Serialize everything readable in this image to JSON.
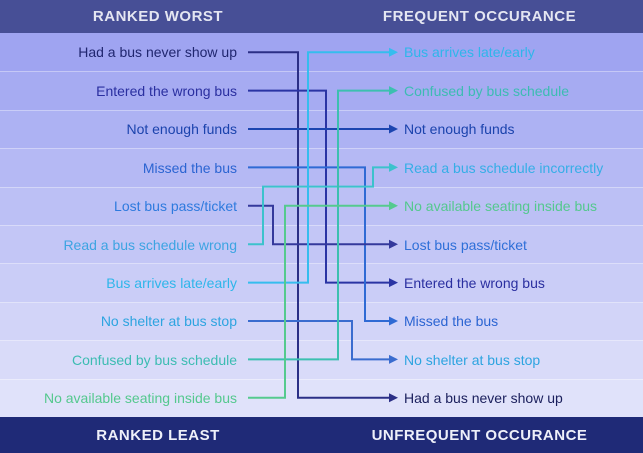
{
  "header": {
    "left": "RANKED WORST",
    "right": "FREQUENT OCCURANCE"
  },
  "footer": {
    "left": "RANKED LEAST",
    "right": "UNFREQUENT OCCURANCE"
  },
  "colors": {
    "top_bar": "#474f96",
    "bottom_bar": "#1f2a77",
    "header_text": "#e4e6f2",
    "footer_text": "#eef0fa",
    "row_first": "#9fa4f1",
    "row_last": "#e0e2fa"
  },
  "left_items": [
    {
      "rank": 1,
      "label": "Had a bus never show up",
      "color": "#20266f"
    },
    {
      "rank": 2,
      "label": "Entered the wrong bus",
      "color": "#2a2fa0"
    },
    {
      "rank": 3,
      "label": "Not enough funds",
      "color": "#1b43ad"
    },
    {
      "rank": 4,
      "label": "Missed the bus",
      "color": "#2b64d2"
    },
    {
      "rank": 5,
      "label": "Lost bus pass/ticket",
      "color": "#2e7ade"
    },
    {
      "rank": 6,
      "label": "Read a bus schedule wrong",
      "color": "#3da4e2"
    },
    {
      "rank": 7,
      "label": "Bus arrives late/early",
      "color": "#2eb6ea"
    },
    {
      "rank": 8,
      "label": "No shelter at bus stop",
      "color": "#2da4e0"
    },
    {
      "rank": 9,
      "label": "Confused by bus schedule",
      "color": "#3cbcb2"
    },
    {
      "rank": 10,
      "label": "No available seating inside bus",
      "color": "#54c88e"
    }
  ],
  "right_items": [
    {
      "rank": 1,
      "label": "Bus arrives late/early",
      "color": "#2eb6ea"
    },
    {
      "rank": 2,
      "label": "Confused by bus schedule",
      "color": "#3cbcb2"
    },
    {
      "rank": 3,
      "label": "Not enough funds",
      "color": "#1b43ad"
    },
    {
      "rank": 4,
      "label": "Read a bus schedule incorrectly",
      "color": "#35aee6"
    },
    {
      "rank": 5,
      "label": "No available seating inside bus",
      "color": "#54c88e"
    },
    {
      "rank": 6,
      "label": "Lost bus pass/ticket",
      "color": "#2e6fd8"
    },
    {
      "rank": 7,
      "label": "Entered the wrong bus",
      "color": "#2a2fa0"
    },
    {
      "rank": 8,
      "label": "Missed the bus",
      "color": "#2b64d2"
    },
    {
      "rank": 9,
      "label": "No shelter at bus stop",
      "color": "#2da4e0"
    },
    {
      "rank": 10,
      "label": "Had a bus never show up",
      "color": "#1a1f5c"
    }
  ],
  "connectors": [
    {
      "from": 1,
      "to": 10,
      "vx": 298,
      "color": "#2b2f86"
    },
    {
      "from": 2,
      "to": 7,
      "vx": 326,
      "color": "#2a34a4"
    },
    {
      "from": 3,
      "to": 3,
      "vx": null,
      "color": "#1c45b0"
    },
    {
      "from": 4,
      "to": 8,
      "vx": 365,
      "color": "#2f6ad4"
    },
    {
      "from": 5,
      "to": 6,
      "vx": 273,
      "color": "#34399c"
    },
    {
      "from": 6,
      "to": 4,
      "vx": 263,
      "vx2": 373,
      "jog_y": 186.6,
      "color": "#3cc2cc"
    },
    {
      "from": 7,
      "to": 1,
      "vx": 308,
      "color": "#35bdee"
    },
    {
      "from": 8,
      "to": 9,
      "vx": 352,
      "color": "#3a6ccf"
    },
    {
      "from": 9,
      "to": 2,
      "vx": 338,
      "color": "#3cc0b0"
    },
    {
      "from": 10,
      "to": 5,
      "vx": 285,
      "color": "#55ca8e"
    }
  ]
}
